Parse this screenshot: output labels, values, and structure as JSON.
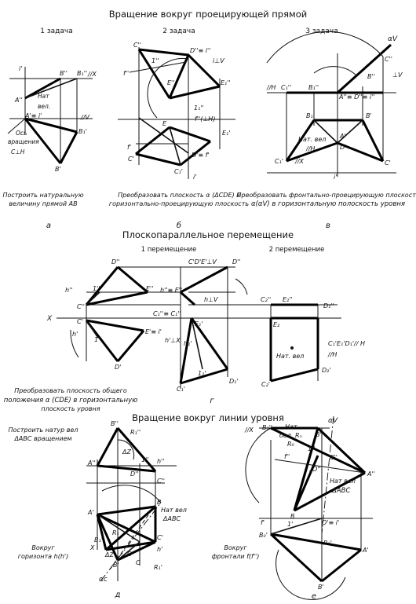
{
  "headings": {
    "rotation_projecting": "Вращение вокруг проецирующей прямой",
    "plane_parallel": "Плоскопараллельное перемещение",
    "rotation_level": "Вращение вокруг линии уровня"
  },
  "tasks": {
    "t1": "1 задача",
    "t2": "2 задача",
    "t3": "3 задача",
    "m1": "1 перемещение",
    "m2": "2 перемещение"
  },
  "captions": {
    "a_line1": "Построить натуральную",
    "a_line2": "величину прямой АВ",
    "b_line1": "Преобразовать плоскость α (ΔCDE) в",
    "b_line2": "горизонтально-проецирующую плоскость",
    "v_line1": "Преобразовать фронтально-проецирующую плоскость",
    "v_line2": "α(αV) в горизонтальную полоскость уровня",
    "g_line1": "Преобразовать плоскость общего",
    "g_line2": "положения α (CDE) в горизонтальную",
    "g_line3": "плоскость уровня",
    "d_line1": "Построить натур вел",
    "d_line2": "ΔABC вращением",
    "d_axis1": "Вокруг",
    "d_axis2": "горизонта h(h')",
    "e_axis1": "Вокруг",
    "e_axis2": "фронтали f(f'')"
  },
  "letters": {
    "a": "а",
    "b": "б",
    "v": "в",
    "g": "г",
    "d": "д",
    "e": "е"
  },
  "labels": {
    "os_vrash": "Ось",
    "os_vrash2": "вращения",
    "c_perp_h": "C⊥H",
    "nat": "Нат",
    "bel": "вел.",
    "nat_bel": "Нат. вел",
    "perp_h": "//H",
    "parallel_x": "//X",
    "parallel_v": "//V",
    "i_perp_v": "i⊥V",
    "h_perp_v": "h⊥V",
    "h_perp_x": "h'⊥X",
    "cde_perp_v": "C'D'E'⊥V",
    "c1_eq": "C₁''≡ C₁''",
    "x_axis": "X",
    "perp_v": "⊥V",
    "alpha_v": "αV",
    "alpha_c": "αc",
    "nat_vel_abc": "Нат вел",
    "nat_vel_abc2": "ΔABC",
    "nat_bel_r": "Нат",
    "nat_bel_r2": "бел. Rₙ",
    "cde_parallel": "C₁'E₁'D₁'// H",
    "cde_parallel2": "//H"
  }
}
